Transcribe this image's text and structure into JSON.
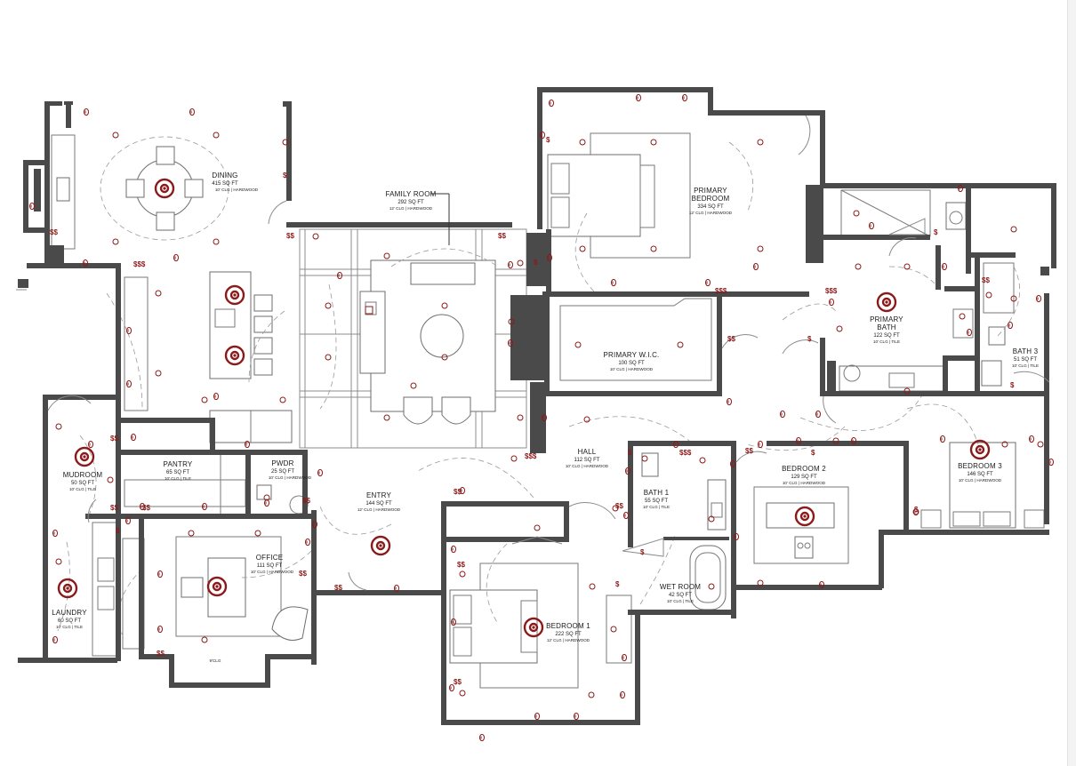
{
  "plan": {
    "rooms": [
      {
        "id": "dining",
        "name": "DINING",
        "area": "415 SQ FT",
        "ceiling": "10' CLG | HARDWOOD"
      },
      {
        "id": "family",
        "name": "FAMILY ROOM",
        "area": "292 SQ FT",
        "ceiling": "12' CLG | HARDWOOD"
      },
      {
        "id": "primary-bedroom",
        "name": "PRIMARY",
        "name2": "BEDROOM",
        "area": "334 SQ FT",
        "ceiling": "12' CLG | HARDWOOD"
      },
      {
        "id": "primary-bath",
        "name": "PRIMARY",
        "name2": "BATH",
        "area": "122 SQ FT",
        "ceiling": "10' CLG | TILE"
      },
      {
        "id": "primary-wic",
        "name": "PRIMARY W.I.C.",
        "area": "100 SQ FT",
        "ceiling": "10' CLG | HARDWOOD"
      },
      {
        "id": "bath3",
        "name": "BATH 3",
        "area": "51 SQ FT",
        "ceiling": "10' CLG | TILE"
      },
      {
        "id": "mudroom",
        "name": "MUDROOM",
        "area": "50 SQ FT",
        "ceiling": "10' CLG | TILE"
      },
      {
        "id": "pantry",
        "name": "PANTRY",
        "area": "65 SQ FT",
        "ceiling": "10' CLG | TILE"
      },
      {
        "id": "pwdr",
        "name": "PWDR",
        "area": "25 SQ FT",
        "ceiling": "10' CLG | HARDWOOD"
      },
      {
        "id": "entry",
        "name": "ENTRY",
        "area": "144 SQ FT",
        "ceiling": "12' CLG | HARDWOOD"
      },
      {
        "id": "hall",
        "name": "HALL",
        "area": "112 SQ FT",
        "ceiling": "10' CLG | HARDWOOD"
      },
      {
        "id": "bath1",
        "name": "BATH 1",
        "area": "55 SQ FT",
        "ceiling": "10' CLG | TILE"
      },
      {
        "id": "wetroom",
        "name": "WET ROOM",
        "area": "42 SQ FT",
        "ceiling": "10' CLG | TILE"
      },
      {
        "id": "bedroom2",
        "name": "BEDROOM 2",
        "area": "129 SQ FT",
        "ceiling": "10' CLG | HARDWOOD"
      },
      {
        "id": "bedroom3",
        "name": "BEDROOM 3",
        "area": "146 SQ FT",
        "ceiling": "10' CLG | HARDWOOD"
      },
      {
        "id": "bedroom1",
        "name": "BEDROOM 1",
        "area": "222 SQ FT",
        "ceiling": "12' CLG | HARDWOOD"
      },
      {
        "id": "office",
        "name": "OFFICE",
        "area": "111 SQ FT",
        "ceiling": "10' CLG | HARDWOOD"
      },
      {
        "id": "laundry",
        "name": "LAUNDRY",
        "area": "60 SQ FT",
        "ceiling": "10' CLG | TILE"
      }
    ],
    "misc": {
      "office_bay_ceiling": "9'CLG"
    },
    "switch_symbols": {
      "single": "$",
      "double": "$$",
      "triple": "$$$"
    },
    "colors": {
      "wall": "#4a4a4a",
      "electrical": "#8b1a1a",
      "linework": "#8c8c8c",
      "background": "#ffffff"
    },
    "symbols": [
      "recessed-light",
      "pendant-light",
      "duplex-outlet",
      "wall-switch",
      "door-swing",
      "bed",
      "sofa",
      "dining-table",
      "chair",
      "kitchen-island",
      "bathtub",
      "toilet",
      "sink",
      "shower"
    ]
  }
}
